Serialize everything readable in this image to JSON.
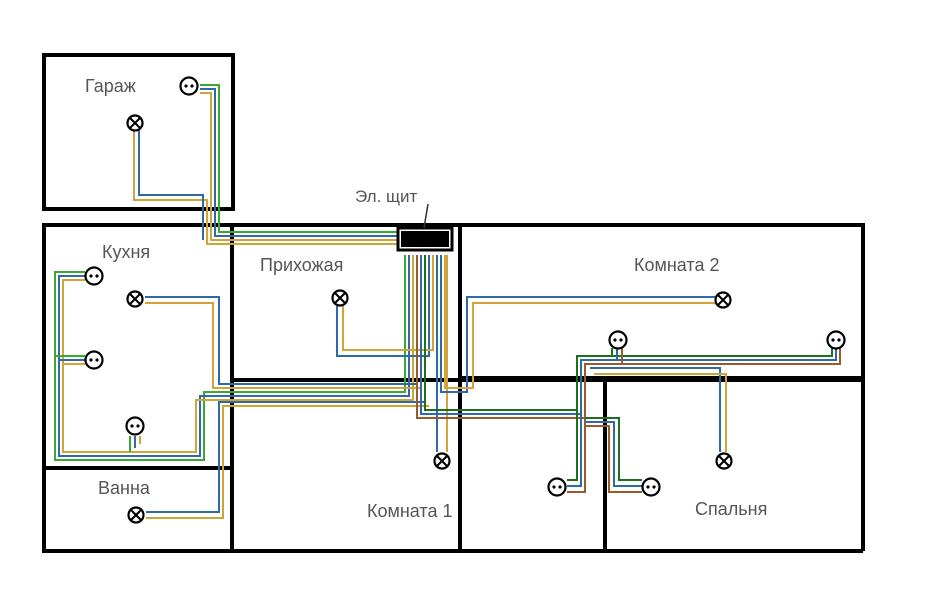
{
  "rooms": {
    "garage": "Гараж",
    "kitchen": "Кухня",
    "hall": "Прихожая",
    "room2": "Комната 2",
    "bath": "Ванна",
    "room1": "Комната 1",
    "bedroom": "Спальня"
  },
  "panel": {
    "label": "Эл. щит"
  },
  "wire_colors": {
    "green": "#3aa832",
    "blue": "#2f6aa8",
    "yellow": "#d2a437",
    "brown": "#9c5a2a",
    "dark_green": "#1e6e1e"
  },
  "icons": {
    "lamp": "lamp-icon",
    "socket": "socket-icon"
  }
}
